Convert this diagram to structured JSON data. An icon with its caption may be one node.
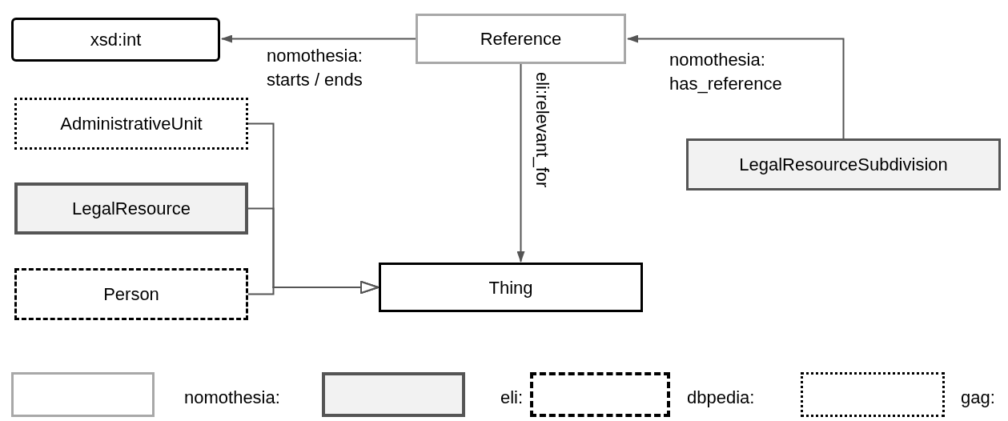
{
  "diagram": {
    "nodes": [
      {
        "text": [
          "xsd:int"
        ]
      },
      {
        "text": [
          "Reference"
        ]
      },
      {
        "text": [
          "AdministrativeUnit"
        ]
      },
      {
        "text": [
          "LegalResource"
        ]
      },
      {
        "text": [
          "Person"
        ]
      },
      {
        "text": [
          "Thing"
        ]
      },
      {
        "text": [
          "LegalResourceSubdivision"
        ]
      }
    ],
    "edges": [
      {
        "from": 1,
        "to": 0,
        "arrow": "to",
        "label": "nomothesia: starts / ends"
      },
      {
        "from": 1,
        "to": 5,
        "arrow": "to",
        "label": "eli:relevant_for"
      },
      {
        "from": 6,
        "to": 1,
        "arrow": "to",
        "label": "nomothesia: has_reference"
      },
      {
        "from": 2,
        "to": 5,
        "arrow": "to"
      },
      {
        "from": 3,
        "to": 5,
        "arrow": "to"
      },
      {
        "from": 4,
        "to": 5,
        "arrow": "to"
      }
    ],
    "legend": [
      {
        "text": "nomothesia:"
      },
      {
        "text": "eli:"
      },
      {
        "text": "dbpedia:"
      },
      {
        "text": "gag:"
      }
    ]
  }
}
